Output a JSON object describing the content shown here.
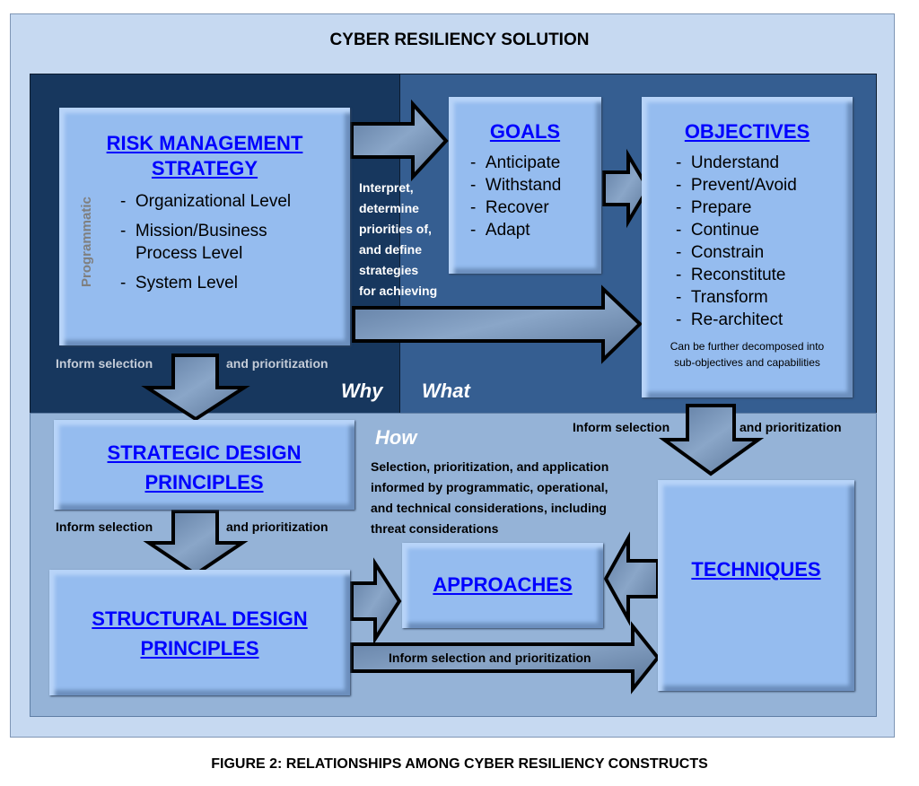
{
  "title": "CYBER RESILIENCY SOLUTION",
  "caption": "FIGURE 2:  RELATIONSHIPS AMONG CYBER RESILIENCY CONSTRUCTS",
  "risk": {
    "title1": "RISK MANAGEMENT",
    "title2": "STRATEGY",
    "side": "Programmatic",
    "items": [
      "Organizational Level",
      "Mission/Business",
      "Process Level",
      "System Level"
    ]
  },
  "goals": {
    "title": "GOALS",
    "items": [
      "Anticipate",
      "Withstand",
      "Recover",
      "Adapt"
    ]
  },
  "objectives": {
    "title": "OBJECTIVES",
    "items": [
      "Understand",
      "Prevent/Avoid",
      "Prepare",
      "Continue",
      "Constrain",
      "Reconstitute",
      "Transform",
      "Re-architect"
    ],
    "note1": "Can be further decomposed into",
    "note2": "sub-objectives and capabilities"
  },
  "interpret": [
    "Interpret,",
    "determine",
    "priorities of,",
    "and define",
    "strategies",
    "for achieving"
  ],
  "inform_a": "Inform selection",
  "inform_b": "and prioritization",
  "inform_full": "Inform selection and prioritization",
  "why": "Why",
  "what": "What",
  "how": "How",
  "how_text": [
    "Selection, prioritization, and application",
    "informed by programmatic, operational,",
    "and technical considerations, including",
    "threat considerations"
  ],
  "strategic": {
    "title1": "STRATEGIC DESIGN",
    "title2": "PRINCIPLES"
  },
  "structural": {
    "title1": "STRUCTURAL DESIGN",
    "title2": "PRINCIPLES"
  },
  "approaches": "APPROACHES",
  "techniques": "TECHNIQUES"
}
